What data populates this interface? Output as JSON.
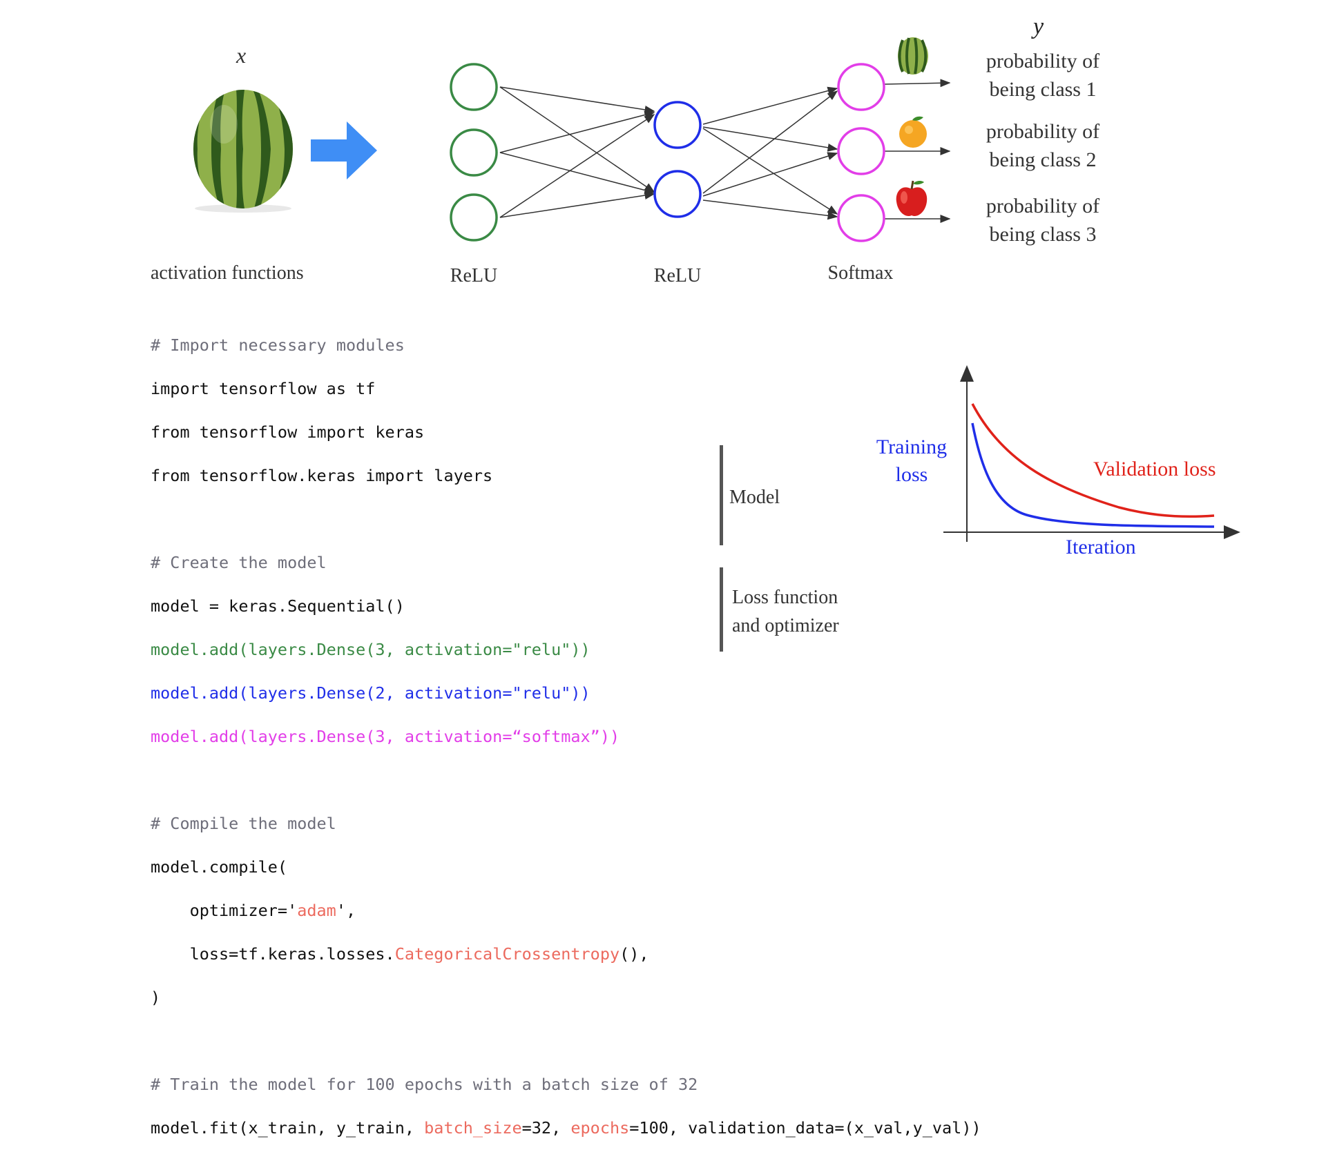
{
  "input": {
    "var": "x",
    "arrow_color": "#3f8ef5"
  },
  "output": {
    "var": "y",
    "classes": [
      {
        "line1": "probability of",
        "line2": "being class 1",
        "icon": "watermelon-icon"
      },
      {
        "line1": "probability of",
        "line2": "being class 2",
        "icon": "orange-icon"
      },
      {
        "line1": "probability of",
        "line2": "being class 3",
        "icon": "apple-icon"
      }
    ]
  },
  "network": {
    "caption": "activation functions",
    "layers": [
      {
        "label": "ReLU",
        "nodes": 3,
        "color": "#3a8a45"
      },
      {
        "label": "ReLU",
        "nodes": 2,
        "color": "#1f2ee8"
      },
      {
        "label": "Softmax",
        "nodes": 3,
        "color": "#e23ee8"
      }
    ]
  },
  "code": {
    "import_comment": "# Import necessary modules",
    "import1": "import tensorflow as tf",
    "import2": "from tensorflow import keras",
    "import3": "from tensorflow.keras import layers",
    "create_comment": "# Create the model",
    "model_seq": "model = keras.Sequential()",
    "dense1": "model.add(layers.Dense(3, activation=\"relu\"))",
    "dense2": "model.add(layers.Dense(2, activation=\"relu\"))",
    "dense3": "model.add(layers.Dense(3, activation=“softmax”))",
    "compile_comment": "# Compile the model",
    "compile_open": "model.compile(",
    "opt_pre": "    optimizer='",
    "opt_val": "adam",
    "opt_post": "',",
    "loss_pre": "    loss=tf.keras.losses.",
    "loss_val": "CategoricalCrossentropy",
    "loss_post": "(),",
    "compile_close": ")",
    "train_comment": "# Train the model for 100 epochs with a batch size of 32",
    "fit_pre": "model.fit(x_train, y_train, ",
    "fit_bs": "batch_size",
    "fit_mid": "=32, ",
    "fit_ep": "epochs",
    "fit_post": "=100, validation_data=(x_val,y_val))"
  },
  "brackets": {
    "model_label": "Model",
    "loss_label_line1": "Loss function",
    "loss_label_line2": "and optimizer"
  },
  "loss_chart": {
    "training_line1": "Training",
    "training_line2": "loss",
    "validation": "Validation loss",
    "xlabel": "Iteration",
    "training_color": "#1f2ee8",
    "validation_color": "#e0221a"
  }
}
